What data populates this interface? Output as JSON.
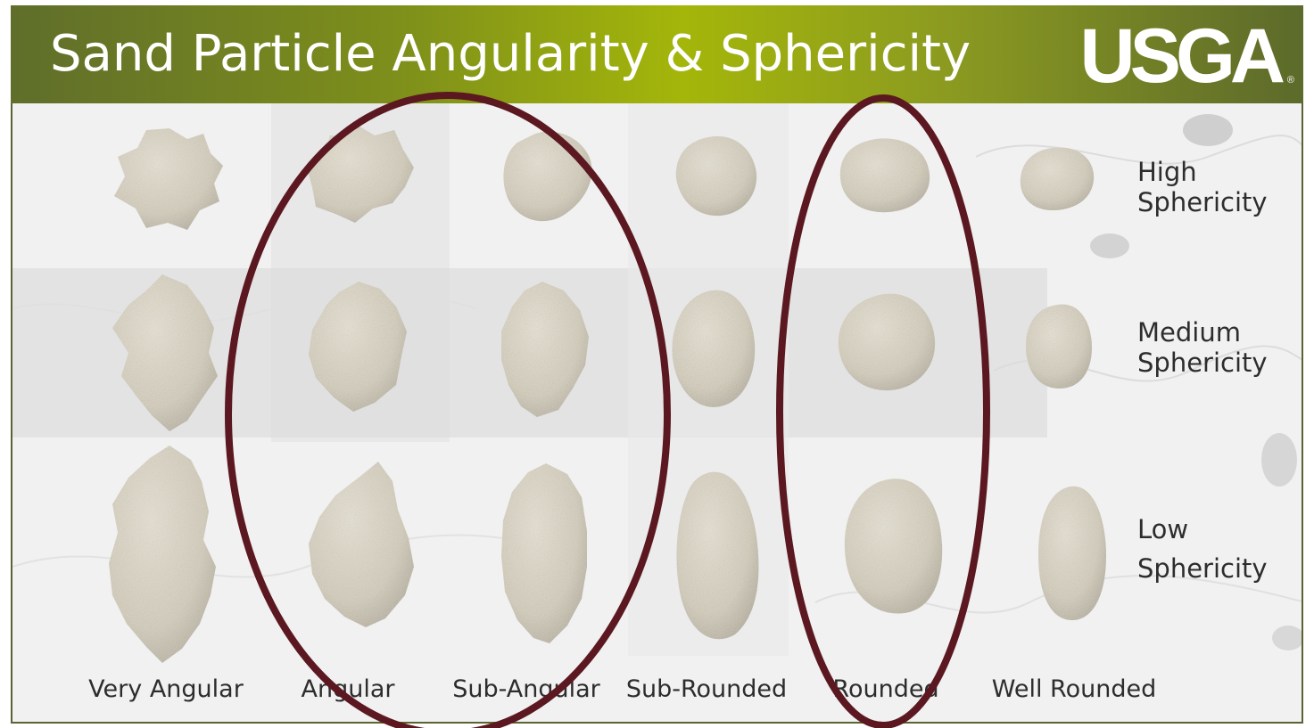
{
  "header": {
    "title": "Sand Particle Angularity & Sphericity",
    "logo_text": "USGA",
    "logo_mark": "®"
  },
  "columns": [
    {
      "label": "Very Angular",
      "circled": false
    },
    {
      "label": "Angular",
      "circled": true
    },
    {
      "label": "Sub-Angular",
      "circled": true
    },
    {
      "label": "Sub-Rounded",
      "circled": false
    },
    {
      "label": "Rounded",
      "circled": true
    },
    {
      "label": "Well Rounded",
      "circled": false
    }
  ],
  "rows": [
    {
      "line1": "High",
      "line2": "Sphericity"
    },
    {
      "line1": "Medium",
      "line2": "Sphericity"
    },
    {
      "line1": "Low",
      "line2": "Sphericity"
    }
  ],
  "colors": {
    "header_dark": "#5f6e2a",
    "header_light": "#a4b60a",
    "grain": "#d8d2c1",
    "ellipse": "#5b1820",
    "text": "#2d2d2d"
  }
}
